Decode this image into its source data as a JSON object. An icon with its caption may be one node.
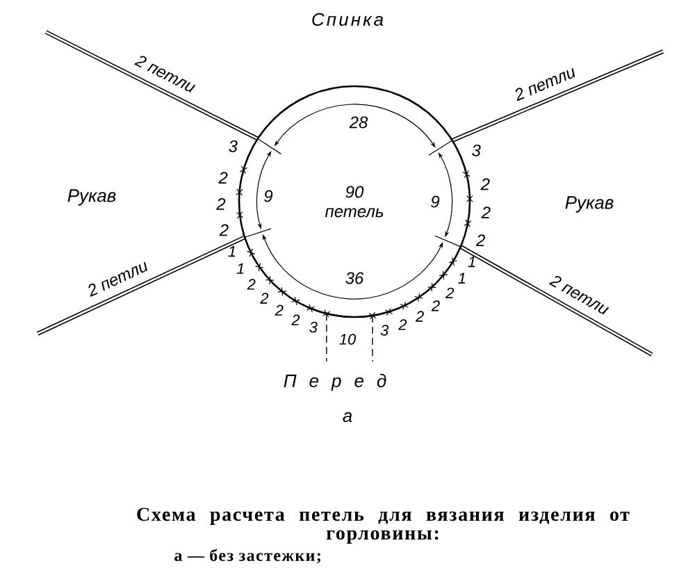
{
  "diagram": {
    "caption": "Схема расчета петель для вязания изделия от горловины:",
    "nodes": [
      {
        "text": [
          "90 петель"
        ]
      }
    ],
    "labels": [
      "Спинка",
      "2 петли",
      "2 петли",
      "28",
      "3",
      "2",
      "2",
      "2",
      "9",
      "9",
      "3",
      "2",
      "2",
      "2",
      "Рукав",
      "Рукав",
      "2 петли",
      "2 петли",
      "36",
      "1",
      "1",
      "2",
      "2",
      "2",
      "2",
      "3",
      "10",
      "3",
      "2",
      "2",
      "2",
      "2",
      "1",
      "1",
      "П е р е д",
      "а",
      "а — без застежки;"
    ]
  }
}
